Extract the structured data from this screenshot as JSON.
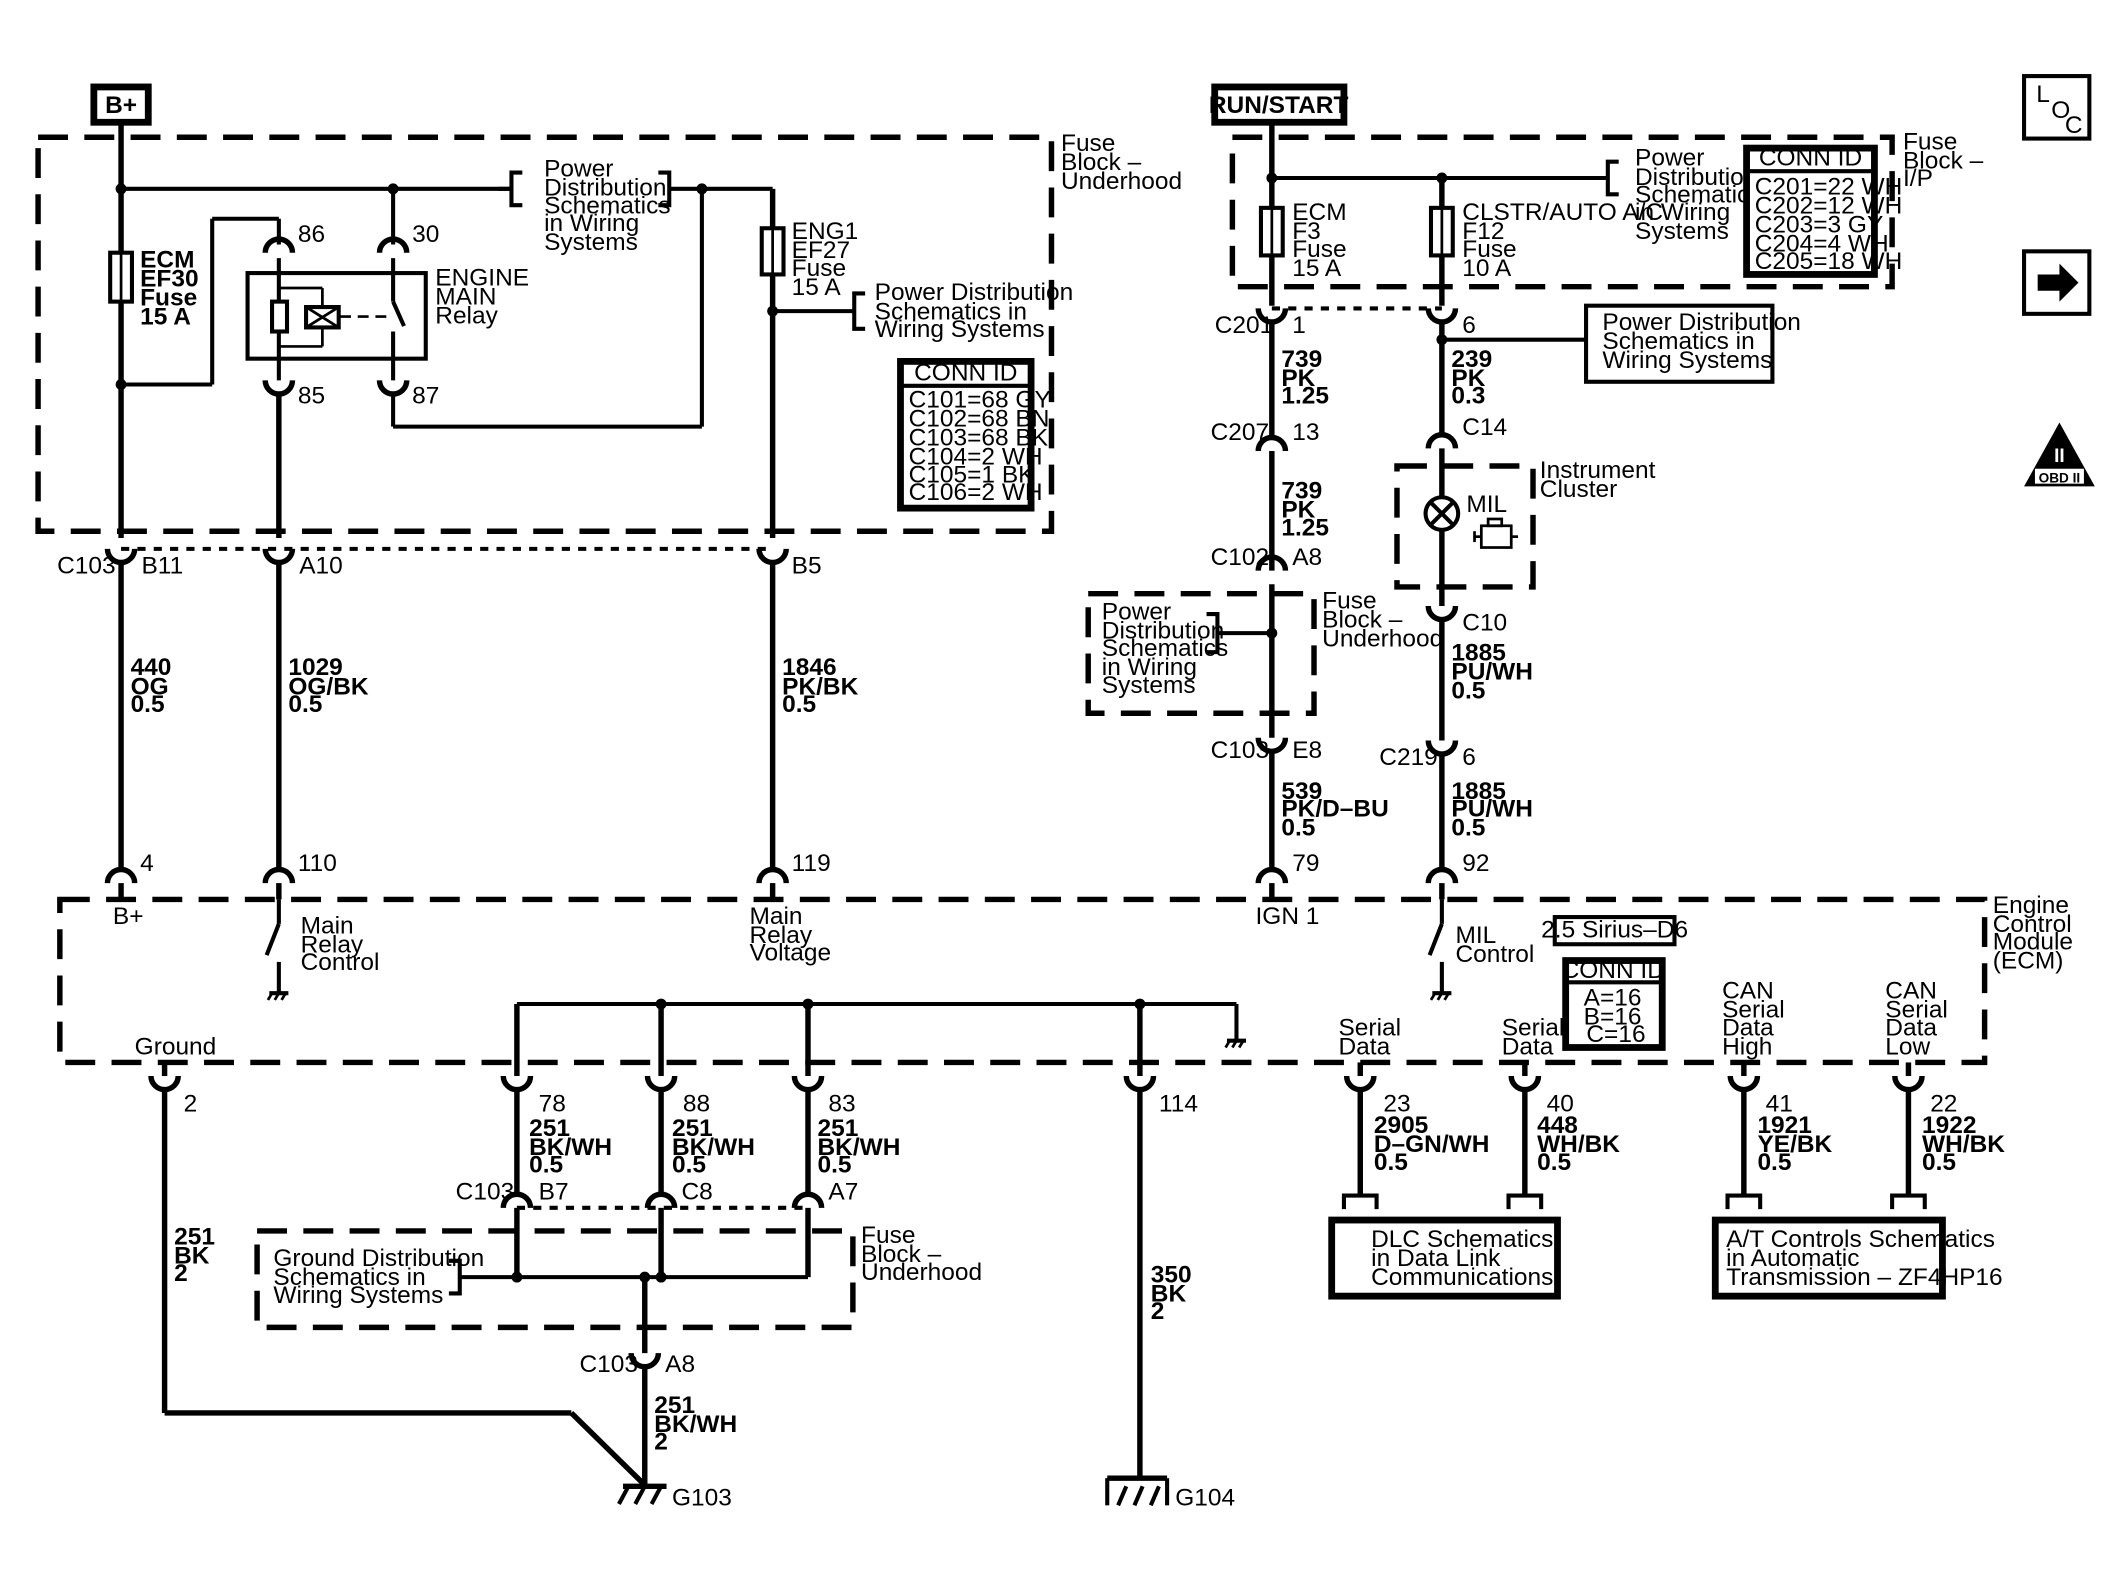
{
  "sources": {
    "b_plus": "B+",
    "run_start": "RUN/START"
  },
  "icons": {
    "loc_l": "L",
    "loc_o": "O",
    "loc_c": "C",
    "obd_roman": "II",
    "obd_text": "OBD II"
  },
  "fuse_block_underhood": {
    "label": [
      "Fuse",
      "Block –",
      "Underhood"
    ],
    "ecm_fuse": [
      "ECM",
      "EF30",
      "Fuse",
      "15 A"
    ],
    "eng1_fuse": [
      "ENG1",
      "EF27",
      "Fuse",
      "15 A"
    ],
    "relay_label": [
      "ENGINE",
      "MAIN",
      "Relay"
    ],
    "relay_pins": [
      "86",
      "30",
      "85",
      "87"
    ],
    "power_dist_ref": [
      "Power",
      "Distribution",
      "Schematics",
      "in Wiring",
      "Systems"
    ],
    "power_dist_ref2": [
      "Power Distribution",
      "Schematics in",
      "Wiring Systems"
    ],
    "conn_title": "CONN ID",
    "conn_rows": [
      "C101=68 GY",
      "C102=68 BN",
      "C103=68 BK",
      "C104=2 WH",
      "C105=1 BK",
      "C106=2 WH"
    ]
  },
  "fuse_block_ip": {
    "label": [
      "Fuse",
      "Block –",
      "I/P"
    ],
    "ecm_fuse": [
      "ECM",
      "F3",
      "Fuse",
      "15 A"
    ],
    "clstr_fuse": [
      "CLSTR/AUTO A/C",
      "F12",
      "Fuse",
      "10 A"
    ],
    "power_dist_ref": [
      "Power",
      "Distribution",
      "Schematics",
      "in Wiring",
      "Systems"
    ],
    "conn_title": "CONN ID",
    "conn_rows": [
      "C201=22 WH",
      "C202=12 WH",
      "C203=3 GY",
      "C204=4 WH",
      "C205=18 WH"
    ]
  },
  "left_circuits": {
    "c103": "C103",
    "pins": [
      "B11",
      "A10",
      "B5"
    ],
    "wire1": [
      "440",
      "OG",
      "0.5"
    ],
    "wire2": [
      "1029",
      "OG/BK",
      "0.5"
    ],
    "wire3": [
      "1846",
      "PK/BK",
      "0.5"
    ],
    "ecm_pins": [
      "4",
      "110",
      "119"
    ]
  },
  "right_circuits": {
    "c201": "C201",
    "c201_pin": "1",
    "clstr_pin": "6",
    "wire739a": [
      "739",
      "PK",
      "1.25"
    ],
    "wire239": [
      "239",
      "PK",
      "0.3"
    ],
    "power_dist_box": [
      "Power Distribution",
      "Schematics in",
      "Wiring Systems"
    ],
    "c207": "C207",
    "c207_pin": "13",
    "c14": "C14",
    "instrument_cluster": [
      "Instrument",
      "Cluster"
    ],
    "mil": "MIL",
    "wire739b": [
      "739",
      "PK",
      "1.25"
    ],
    "c102": "C102",
    "c102_pin": "A8",
    "fuse_block_underhood": [
      "Fuse",
      "Block –",
      "Underhood"
    ],
    "power_dist_ref": [
      "Power",
      "Distribution",
      "Schematics",
      "in Wiring",
      "Systems"
    ],
    "c10": "C10",
    "wire1885a": [
      "1885",
      "PU/WH",
      "0.5"
    ],
    "c103": "C103",
    "c103_pin": "E8",
    "c219": "C219",
    "c219_pin": "6",
    "wire539": [
      "539",
      "PK/D–BU",
      "0.5"
    ],
    "wire1885b": [
      "1885",
      "PU/WH",
      "0.5"
    ],
    "ecm_pins": [
      "79",
      "92"
    ]
  },
  "ecm": {
    "label": [
      "Engine",
      "Control",
      "Module",
      "(ECM)"
    ],
    "b_plus": "B+",
    "main_relay_control": [
      "Main",
      "Relay",
      "Control"
    ],
    "main_relay_voltage": [
      "Main",
      "Relay",
      "Voltage"
    ],
    "ign1": "IGN 1",
    "mil_control": [
      "MIL",
      "Control"
    ],
    "engine_tag": "2.5 Sirius–D6",
    "conn_title": "CONN ID",
    "conn_rows": [
      "A=16",
      "B=16",
      "C=16"
    ],
    "ground": "Ground",
    "serial_data": [
      "Serial",
      "Data"
    ],
    "can_high": [
      "CAN",
      "Serial",
      "Data",
      "High"
    ],
    "can_low": [
      "CAN",
      "Serial",
      "Data",
      "Low"
    ]
  },
  "bottom": {
    "ground_pin": "2",
    "ground_pins": [
      "78",
      "88",
      "83",
      "114"
    ],
    "serial_pins": [
      "23",
      "40",
      "41",
      "22"
    ],
    "wire251": [
      "251",
      "BK/WH",
      "0.5"
    ],
    "wire251_g": [
      "251",
      "BK",
      "2"
    ],
    "wire251_a8": [
      "251",
      "BK/WH",
      "2"
    ],
    "wire350": [
      "350",
      "BK",
      "2"
    ],
    "wire2905": [
      "2905",
      "D–GN/WH",
      "0.5"
    ],
    "wire448": [
      "448",
      "WH/BK",
      "0.5"
    ],
    "wire1921": [
      "1921",
      "YE/BK",
      "0.5"
    ],
    "wire1922": [
      "1922",
      "WH/BK",
      "0.5"
    ],
    "c103": "C103",
    "c103_pins": [
      "B7",
      "C8",
      "A7"
    ],
    "c103b": "C103",
    "c103b_pin": "A8",
    "ground_dist": [
      "Ground Distribution",
      "Schematics in",
      "Wiring Systems"
    ],
    "fuse_block_underhood": [
      "Fuse",
      "Block –",
      "Underhood"
    ],
    "g103": "G103",
    "g104": "G104",
    "dlc": [
      "DLC Schematics",
      "in Data Link",
      "Communications"
    ],
    "at_controls": [
      "A/T Controls Schematics",
      "in Automatic",
      "Transmission – ZF4HP16"
    ]
  }
}
